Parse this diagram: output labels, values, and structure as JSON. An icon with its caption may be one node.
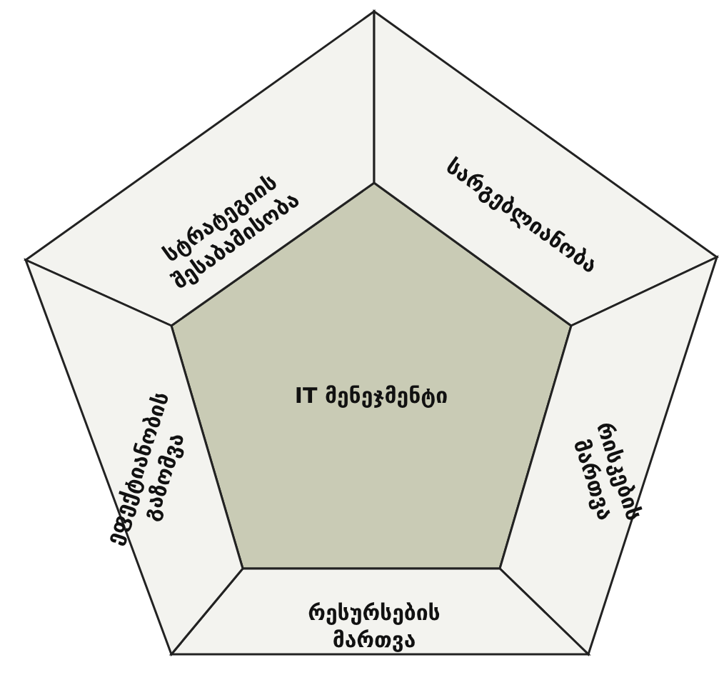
{
  "diagram": {
    "nodes": [
      {
        "text": [
          "IT მენეჯმენტი"
        ]
      },
      {
        "text": [
          "სტრატეგიის შესაბამისობა"
        ]
      },
      {
        "text": [
          "სარგებლიანობა"
        ]
      },
      {
        "text": [
          "რისკების მართვა"
        ]
      },
      {
        "text": [
          "რესურსების მართვა"
        ]
      },
      {
        "text": [
          "ეფექტიანობის გაზომვა"
        ]
      }
    ]
  }
}
